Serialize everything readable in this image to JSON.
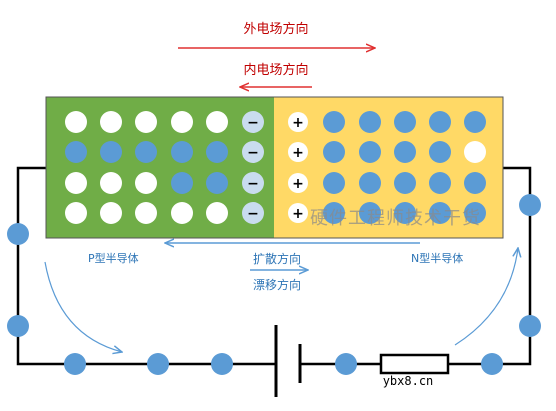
{
  "labels": {
    "external_field": "外电场方向",
    "internal_field": "内电场方向",
    "p_type": "P型半导体",
    "n_type": "N型半导体",
    "diffusion": "扩散方向",
    "drift": "漂移方向",
    "watermark": "硬件工程师技术干货",
    "site": "ybx8.cn"
  },
  "symbols": {
    "minus": "−",
    "plus": "+"
  },
  "colors": {
    "p_region": "#70ad47",
    "n_region": "#ffd966",
    "hole": "#ffffff",
    "electron": "#5b9bd5",
    "ion_neg": "#c9dcef",
    "external_arrow": "#e03030",
    "internal_arrow": "#e03030",
    "diffusion_arrow": "#5b9bd5",
    "label_text": "#2e75b6",
    "wire": "#000000"
  },
  "grid": {
    "p_region": [
      [
        "hole",
        "hole",
        "hole",
        "hole",
        "hole",
        "ion-"
      ],
      [
        "electron",
        "electron",
        "electron",
        "electron",
        "electron",
        "ion-"
      ],
      [
        "hole",
        "hole",
        "hole",
        "electron",
        "electron",
        "ion-"
      ],
      [
        "hole",
        "hole",
        "hole",
        "hole",
        "hole",
        "ion-"
      ]
    ],
    "n_region": [
      [
        "ion+",
        "electron",
        "electron",
        "electron",
        "electron",
        "electron"
      ],
      [
        "ion+",
        "electron",
        "electron",
        "electron",
        "electron",
        "hole"
      ],
      [
        "ion+",
        "electron",
        "electron",
        "electron",
        "electron",
        "electron"
      ],
      [
        "ion+",
        "electron",
        "electron",
        "electron",
        "electron",
        "electron"
      ]
    ]
  }
}
